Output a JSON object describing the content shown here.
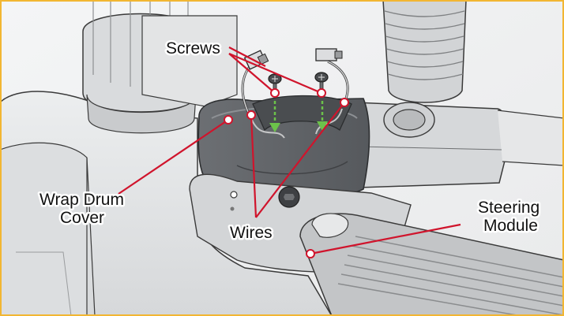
{
  "diagram": {
    "labels": {
      "screws": "Screws",
      "wrap_drum_cover_line1": "Wrap Drum",
      "wrap_drum_cover_line2": "Cover",
      "wires": "Wires",
      "steering_module_line1": "Steering",
      "steering_module_line2": "Module"
    },
    "colors": {
      "border": "#f2b632",
      "callout_line": "#d0142c",
      "arrow": "#6cc24a",
      "cover_shade": "#5f6266",
      "body_light": "#e4e5e6",
      "body_mid": "#cfd1d3",
      "outline": "#3a3a3a"
    }
  }
}
